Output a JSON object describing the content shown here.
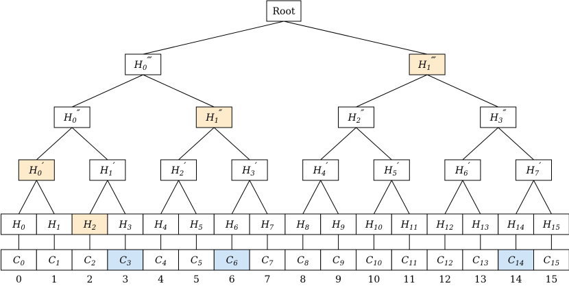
{
  "colors": {
    "hash_highlight": "#fdebcc",
    "chunk_highlight": "#cfe4f7",
    "default_fill": "#ffffff",
    "stroke": "#000000"
  },
  "root": {
    "label": "Root"
  },
  "levels": [
    {
      "nodes": [
        {
          "base": "H",
          "sub": "0",
          "sup": "‴",
          "highlight": false
        },
        {
          "base": "H",
          "sub": "1",
          "sup": "‴",
          "highlight": true
        }
      ]
    },
    {
      "nodes": [
        {
          "base": "H",
          "sub": "0",
          "sup": "″",
          "highlight": false
        },
        {
          "base": "H",
          "sub": "1",
          "sup": "″",
          "highlight": true
        },
        {
          "base": "H",
          "sub": "2",
          "sup": "″",
          "highlight": false
        },
        {
          "base": "H",
          "sub": "3",
          "sup": "″",
          "highlight": false
        }
      ]
    },
    {
      "nodes": [
        {
          "base": "H",
          "sub": "0",
          "sup": "′",
          "highlight": true
        },
        {
          "base": "H",
          "sub": "1",
          "sup": "′",
          "highlight": false
        },
        {
          "base": "H",
          "sub": "2",
          "sup": "′",
          "highlight": false
        },
        {
          "base": "H",
          "sub": "3",
          "sup": "′",
          "highlight": false
        },
        {
          "base": "H",
          "sub": "4",
          "sup": "′",
          "highlight": false
        },
        {
          "base": "H",
          "sub": "5",
          "sup": "′",
          "highlight": false
        },
        {
          "base": "H",
          "sub": "6",
          "sup": "′",
          "highlight": false
        },
        {
          "base": "H",
          "sub": "7",
          "sup": "′",
          "highlight": false
        }
      ]
    },
    {
      "nodes": [
        {
          "base": "H",
          "sub": "0",
          "sup": "",
          "highlight": false
        },
        {
          "base": "H",
          "sub": "1",
          "sup": "",
          "highlight": false
        },
        {
          "base": "H",
          "sub": "2",
          "sup": "",
          "highlight": true
        },
        {
          "base": "H",
          "sub": "3",
          "sup": "",
          "highlight": false
        },
        {
          "base": "H",
          "sub": "4",
          "sup": "",
          "highlight": false
        },
        {
          "base": "H",
          "sub": "5",
          "sup": "",
          "highlight": false
        },
        {
          "base": "H",
          "sub": "6",
          "sup": "",
          "highlight": false
        },
        {
          "base": "H",
          "sub": "7",
          "sup": "",
          "highlight": false
        },
        {
          "base": "H",
          "sub": "8",
          "sup": "",
          "highlight": false
        },
        {
          "base": "H",
          "sub": "9",
          "sup": "",
          "highlight": false
        },
        {
          "base": "H",
          "sub": "10",
          "sup": "",
          "highlight": false
        },
        {
          "base": "H",
          "sub": "11",
          "sup": "",
          "highlight": false
        },
        {
          "base": "H",
          "sub": "12",
          "sup": "",
          "highlight": false
        },
        {
          "base": "H",
          "sub": "13",
          "sup": "",
          "highlight": false
        },
        {
          "base": "H",
          "sub": "14",
          "sup": "",
          "highlight": false
        },
        {
          "base": "H",
          "sub": "15",
          "sup": "",
          "highlight": false
        }
      ]
    }
  ],
  "chunks": [
    {
      "base": "C",
      "sub": "0",
      "highlight": false
    },
    {
      "base": "C",
      "sub": "1",
      "highlight": false
    },
    {
      "base": "C",
      "sub": "2",
      "highlight": false
    },
    {
      "base": "C",
      "sub": "3",
      "highlight": true
    },
    {
      "base": "C",
      "sub": "4",
      "highlight": false
    },
    {
      "base": "C",
      "sub": "5",
      "highlight": false
    },
    {
      "base": "C",
      "sub": "6",
      "highlight": true
    },
    {
      "base": "C",
      "sub": "7",
      "highlight": false
    },
    {
      "base": "C",
      "sub": "8",
      "highlight": false
    },
    {
      "base": "C",
      "sub": "9",
      "highlight": false
    },
    {
      "base": "C",
      "sub": "10",
      "highlight": false
    },
    {
      "base": "C",
      "sub": "11",
      "highlight": false
    },
    {
      "base": "C",
      "sub": "12",
      "highlight": false
    },
    {
      "base": "C",
      "sub": "13",
      "highlight": false
    },
    {
      "base": "C",
      "sub": "14",
      "highlight": true
    },
    {
      "base": "C",
      "sub": "15",
      "highlight": false
    }
  ],
  "indices": [
    "0",
    "1",
    "2",
    "3",
    "4",
    "5",
    "6",
    "7",
    "8",
    "9",
    "10",
    "11",
    "12",
    "13",
    "14",
    "15"
  ]
}
